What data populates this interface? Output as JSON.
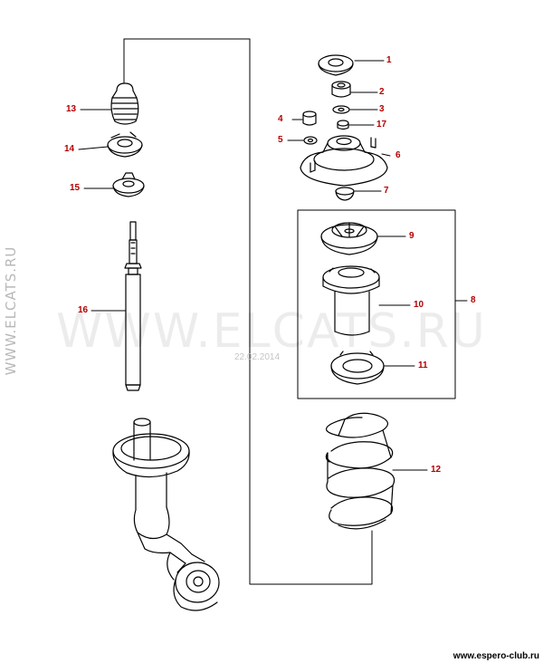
{
  "diagram": {
    "callouts": [
      {
        "id": "1",
        "label": "1",
        "color": "#b40000"
      },
      {
        "id": "2",
        "label": "2",
        "color": "#b40000"
      },
      {
        "id": "3",
        "label": "3",
        "color": "#b40000"
      },
      {
        "id": "4",
        "label": "4",
        "color": "#b40000"
      },
      {
        "id": "5",
        "label": "5",
        "color": "#b40000"
      },
      {
        "id": "6",
        "label": "6",
        "color": "#b40000"
      },
      {
        "id": "7",
        "label": "7",
        "color": "#b40000"
      },
      {
        "id": "8",
        "label": "8",
        "color": "#b40000"
      },
      {
        "id": "9",
        "label": "9",
        "color": "#b40000"
      },
      {
        "id": "10",
        "label": "10",
        "color": "#b40000"
      },
      {
        "id": "11",
        "label": "11",
        "color": "#b40000"
      },
      {
        "id": "12",
        "label": "12",
        "color": "#b40000"
      },
      {
        "id": "13",
        "label": "13",
        "color": "#b40000"
      },
      {
        "id": "14",
        "label": "14",
        "color": "#b40000"
      },
      {
        "id": "15",
        "label": "15",
        "color": "#b40000"
      },
      {
        "id": "16",
        "label": "16",
        "color": "#b40000"
      },
      {
        "id": "17",
        "label": "17",
        "color": "#b40000"
      }
    ]
  },
  "watermarks": {
    "main": "WWW.ELCATS.RU",
    "side": "WWW.ELCATS.RU",
    "date": "22.02.2014"
  },
  "footer": {
    "site_url": "www.espero-club.ru"
  }
}
